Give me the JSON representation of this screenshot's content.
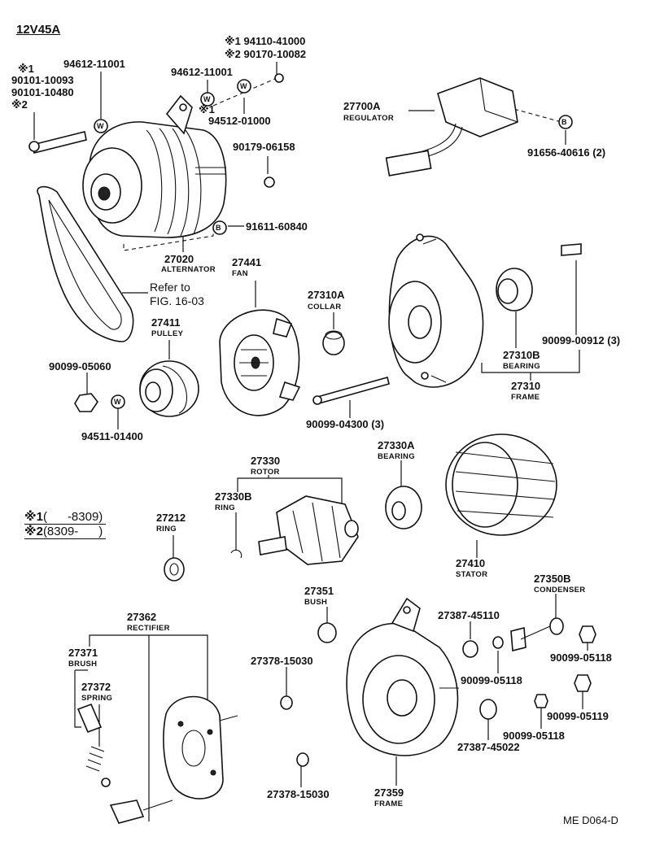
{
  "diagram": {
    "model": "12V45A",
    "code": "ME D064-D",
    "legend": [
      {
        "mark": "※1",
        "range": "(      -8309)"
      },
      {
        "mark": "※2",
        "range": "(8309-      )"
      }
    ],
    "labels": {
      "p94110": "※1 94110-41000",
      "p90170": "※2 90170-10082",
      "p94612a": "94612-11001",
      "p94612b": "94612-11001",
      "m1a": "※1",
      "p90101a": "90101-10093",
      "p90101b": "90101-10480",
      "m2a": "※2",
      "m1b": "※1",
      "p94512": "94512-01000",
      "p27700A": "27700A",
      "regulator": "REGULATOR",
      "p90179": "90179-06158",
      "p91656": "91656-40616 (2)",
      "p91611": "91611-60840",
      "p27020": "27020",
      "alternator": "ALTERNATOR",
      "p27441": "27441",
      "fan": "FAN",
      "refer1": "Refer to",
      "refer2": "FIG. 16-03",
      "p27310A": "27310A",
      "collar": "COLLAR",
      "p27411": "27411",
      "pulley": "PULLEY",
      "p90099_05060": "90099-05060",
      "p94511": "94511-01400",
      "p27310B": "27310B",
      "bearing1": "BEARING",
      "p90099_00912": "90099-00912 (3)",
      "p27310": "27310",
      "frame1": "FRAME",
      "p90099_04300": "90099-04300 (3)",
      "p27330": "27330",
      "rotor": "ROTOR",
      "p27330A": "27330A",
      "bearing2": "BEARING",
      "p27330B": "27330B",
      "ring1": "RING",
      "p27212": "27212",
      "ring2": "RING",
      "p27410": "27410",
      "stator": "STATOR",
      "p27350B": "27350B",
      "condenser": "CONDENSER",
      "p27362": "27362",
      "rectifier": "RECTIFIER",
      "p27351": "27351",
      "bush": "BUSH",
      "p27387_45110": "27387-45110",
      "p90099_05118a": "90099-05118",
      "p90099_05118b": "90099-05118",
      "p90099_05118c": "90099-05118",
      "p90099_05119": "90099-05119",
      "p27371": "27371",
      "brush": "BRUSH",
      "p27372": "27372",
      "spring": "SPRING",
      "p27378a": "27378-15030",
      "p27378b": "27378-15030",
      "p27387_45022": "27387-45022",
      "p27359": "27359",
      "frame2": "FRAME"
    },
    "tags": {
      "washer": "W",
      "bolt": "B"
    }
  }
}
